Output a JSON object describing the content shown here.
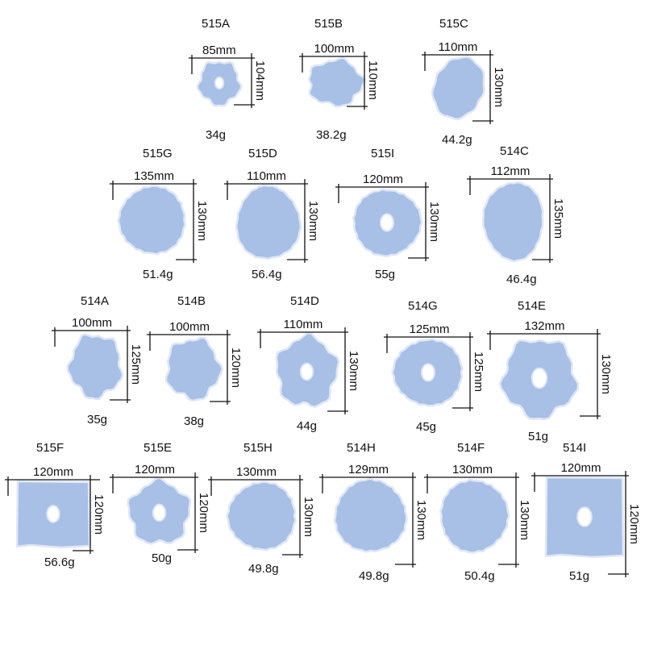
{
  "colors": {
    "mold": "#a8bfe6",
    "mold_edge": "#dfe7f6",
    "line": "#111111"
  },
  "molds": [
    {
      "code": "515A",
      "width": "85mm",
      "height": "104mm",
      "weight": "34g",
      "shape": "wavy",
      "hole": true
    },
    {
      "code": "515B",
      "width": "100mm",
      "height": "110mm",
      "weight": "38.2g",
      "shape": "wavy",
      "hole": false
    },
    {
      "code": "515C",
      "width": "110mm",
      "height": "130mm",
      "weight": "44.2g",
      "shape": "blob",
      "hole": false
    },
    {
      "code": "515G",
      "width": "135mm",
      "height": "130mm",
      "weight": "51.4g",
      "shape": "round",
      "hole": false
    },
    {
      "code": "515D",
      "width": "110mm",
      "height": "130mm",
      "weight": "56.4g",
      "shape": "oval",
      "hole": false
    },
    {
      "code": "515I",
      "width": "120mm",
      "height": "130mm",
      "weight": "55g",
      "shape": "round",
      "hole": true
    },
    {
      "code": "514C",
      "width": "112mm",
      "height": "135mm",
      "weight": "46.4g",
      "shape": "oval",
      "hole": false
    },
    {
      "code": "514A",
      "width": "100mm",
      "height": "125mm",
      "weight": "35g",
      "shape": "wavy",
      "hole": false
    },
    {
      "code": "514B",
      "width": "100mm",
      "height": "120mm",
      "weight": "38g",
      "shape": "wavy",
      "hole": false
    },
    {
      "code": "514D",
      "width": "110mm",
      "height": "130mm",
      "weight": "44g",
      "shape": "wavy",
      "hole": true
    },
    {
      "code": "514G",
      "width": "125mm",
      "height": "125mm",
      "weight": "45g",
      "shape": "round",
      "hole": true
    },
    {
      "code": "514E",
      "width": "132mm",
      "height": "130mm",
      "weight": "51g",
      "shape": "wavy",
      "hole": true
    },
    {
      "code": "515F",
      "width": "120mm",
      "height": "120mm",
      "weight": "56.6g",
      "shape": "square",
      "hole": true
    },
    {
      "code": "515E",
      "width": "120mm",
      "height": "120mm",
      "weight": "50g",
      "shape": "wavy",
      "hole": true
    },
    {
      "code": "515H",
      "width": "130mm",
      "height": "130mm",
      "weight": "49.8g",
      "shape": "round",
      "hole": false
    },
    {
      "code": "514H",
      "width": "129mm",
      "height": "130mm",
      "weight": "49.8g",
      "shape": "round",
      "hole": false
    },
    {
      "code": "514F",
      "width": "130mm",
      "height": "130mm",
      "weight": "50.4g",
      "shape": "round",
      "hole": false
    },
    {
      "code": "514I",
      "width": "120mm",
      "height": "120mm",
      "weight": "51g",
      "shape": "square",
      "hole": true
    }
  ]
}
